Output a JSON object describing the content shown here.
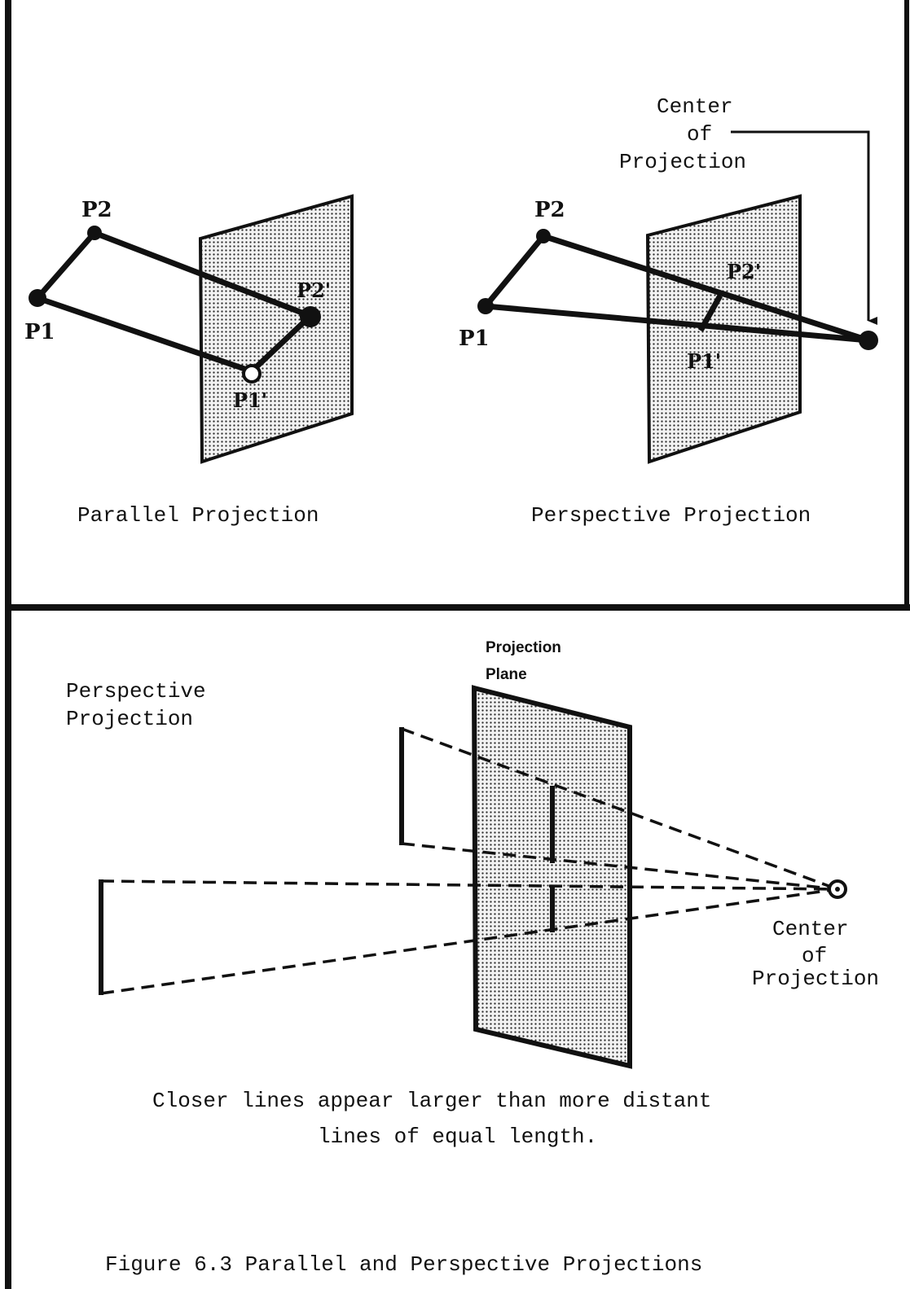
{
  "top_panel": {
    "parallel": {
      "p1_label": "P1",
      "p2_label": "P2",
      "p1_proj_label": "P1'",
      "p2_proj_label": "P2'",
      "caption": "Parallel Projection"
    },
    "perspective": {
      "center_line1": "Center",
      "center_line2": "of",
      "center_line3": "Projection",
      "p1_label": "P1",
      "p2_label": "P2",
      "p1_proj_label": "P1'",
      "p2_proj_label": "P2'",
      "caption": "Perspective Projection"
    }
  },
  "bottom_panel": {
    "heading_line1": "Perspective",
    "heading_line2": "Projection",
    "plane_label_line1": "Projection",
    "plane_label_line2": "Plane",
    "center_line1": "Center",
    "center_line2": "of",
    "center_line3": "Projection",
    "caption_line1": "Closer lines appear larger than more distant",
    "caption_line2": "lines of equal length."
  },
  "figure_caption": "Figure 6.3 Parallel and Perspective Projections"
}
